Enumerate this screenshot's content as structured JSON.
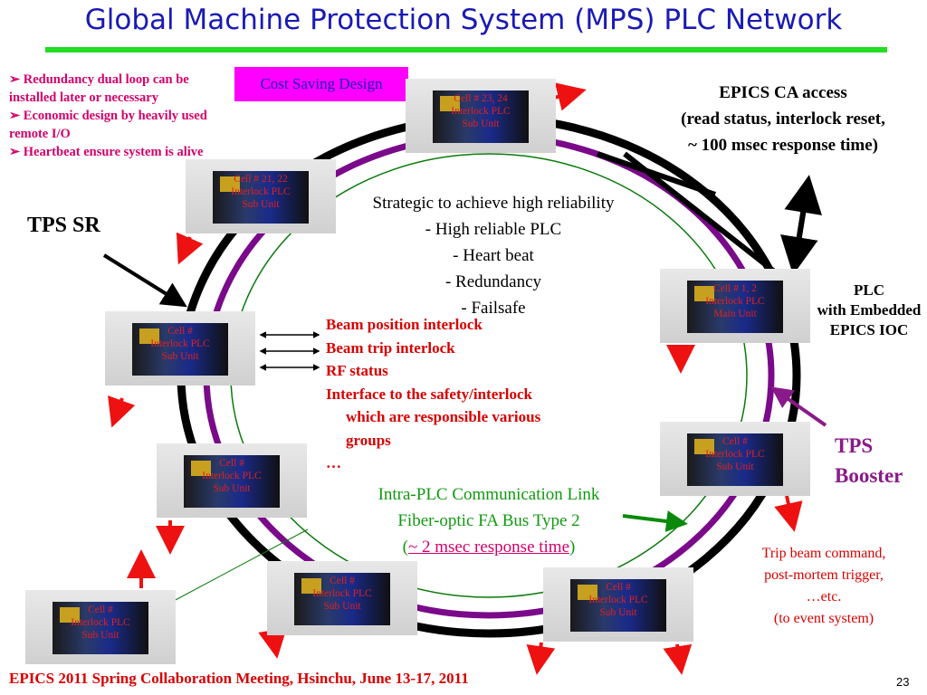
{
  "slide": {
    "title": "Global Machine Protection System (MPS) PLC Network",
    "page_number": "23",
    "footer": "EPICS 2011 Spring Collaboration Meeting, Hsinchu, June 13-17, 2011"
  },
  "notes": {
    "bullets": [
      "➢ Redundancy dual loop can be installed later or necessary",
      "➢ Economic design by heavily used remote I/O",
      "➢ Heartbeat ensure system is alive"
    ],
    "cost_badge": "Cost Saving Design"
  },
  "epics_access": [
    "EPICS CA access",
    "(read status, interlock reset,",
    "~ 100 msec response time)"
  ],
  "tps_sr": "TPS SR",
  "strategy": [
    "Strategic to achieve high reliability",
    "- High reliable PLC",
    "- Heart beat",
    "- Redundancy",
    "- Failsafe"
  ],
  "plc_embedded": [
    "PLC",
    "with Embedded",
    "EPICS IOC"
  ],
  "interlock_list": [
    "Beam position interlock",
    "Beam trip interlock",
    "RF status",
    "Interface to the safety/interlock",
    "which are responsible various",
    "groups",
    "…"
  ],
  "tps_booster": [
    "TPS",
    "Booster"
  ],
  "intra_plc": [
    "Intra-PLC Communication Link",
    "Fiber-optic FA Bus Type 2",
    "(",
    "~ 2 msec response time",
    ")"
  ],
  "trip_beam": [
    "Trip beam command,",
    "post-mortem trigger,",
    "…etc.",
    "(to event system)"
  ],
  "plc_units": [
    {
      "lines": [
        "Cell # 23, 24",
        "Interlock PLC",
        "Sub Unit"
      ]
    },
    {
      "lines": [
        "Cell # 21, 22",
        "Interlock PLC",
        "Sub Unit"
      ]
    },
    {
      "lines": [
        "Cell # 1, 2",
        "Interlock PLC",
        "Main Unit"
      ]
    },
    {
      "lines": [
        "Cell #",
        "Interlock PLC",
        "Sub Unit"
      ]
    },
    {
      "lines": [
        "Cell #",
        "Interlock PLC",
        "Sub Unit"
      ]
    },
    {
      "lines": [
        "Cell #",
        "Interlock PLC",
        "Sub Unit"
      ]
    },
    {
      "lines": [
        "Cell #",
        "Interlock PLC",
        "Sub Unit"
      ]
    },
    {
      "lines": [
        "Cell #",
        "Interlock PLC",
        "Sub Unit"
      ]
    },
    {
      "lines": [
        "Cell #",
        "Interlock PLC",
        "Sub Unit"
      ]
    }
  ],
  "colors": {
    "title": "#1a1ab4",
    "rule": "#22dd22",
    "bullets": "#d4006a",
    "badge_bg": "#ff00ff",
    "loop_outer": "#000000",
    "loop_middle": "#7a0a8a",
    "loop_inner": "#0a7a0a",
    "arrow_red": "#ee1111",
    "arrow_green": "#0a8a0a",
    "arrow_purple": "#8a1a8a"
  }
}
